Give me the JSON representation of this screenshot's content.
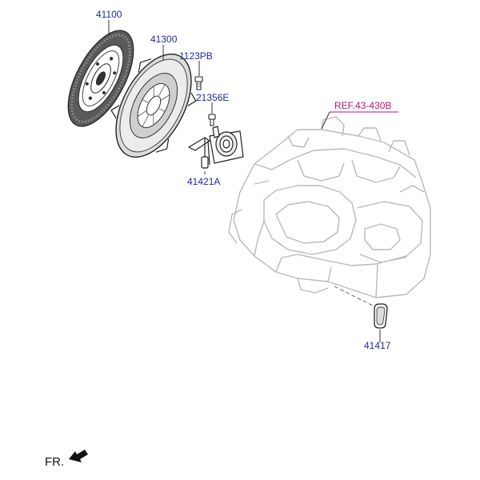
{
  "parts": {
    "clutch_disc": "41100",
    "clutch_cover": "41300",
    "bolt": "1123PB",
    "bleeder": "21356E",
    "release_cylinder": "41421A",
    "plug": "41417"
  },
  "reference": "REF.43-430B",
  "orientation": "FR.",
  "colors": {
    "part_label": "#1f2aa0",
    "reference_label": "#c0107a",
    "line": "#333333",
    "ghost": "#b9b9b9"
  }
}
